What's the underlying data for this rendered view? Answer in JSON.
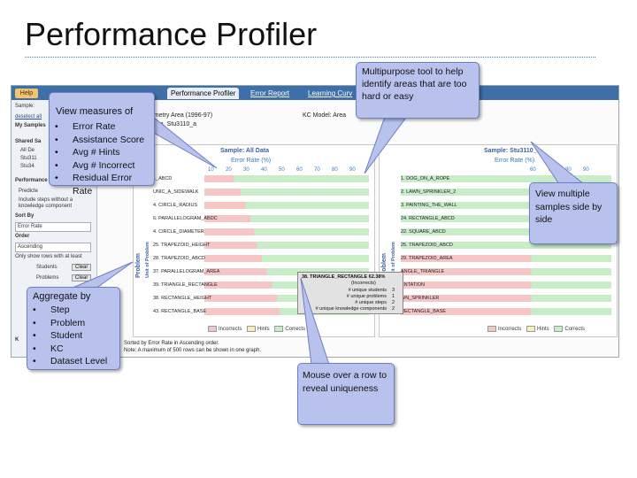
{
  "slide": {
    "title": "Performance Profiler"
  },
  "app": {
    "help_label": "Help",
    "tabs": [
      "Performance Profiler",
      "Error Report",
      "Learning Curv"
    ],
    "left": {
      "sample_label": "Sample:",
      "sample_value": "deselect all",
      "my_samples": "My Samples",
      "shared_samples": "Shared Sa",
      "sample_items": [
        "All De",
        "Stu311",
        "Stu34"
      ],
      "performance": "Performance",
      "predicted": "Predicte",
      "include_steps": "Include steps without a knowledge component",
      "sort_by": "Sort By",
      "sort_value": "Error Rate",
      "order": "Order",
      "order_value": "Ascending",
      "only_show": "Only show rows with at least",
      "students": "Students",
      "problems": "Problems",
      "clear": "Clear",
      "kc": "K"
    },
    "main": {
      "dataset_line1": "ometry Area (1996-97)",
      "dataset_line2": "Data, Stu3110_a",
      "kc_model": "KC Model: Area",
      "sort_note_1": "Sorted by Error Rate in Ascending order.",
      "sort_note_2": "Note: A maximum of 500 rows can be shown in one graph."
    },
    "left_panel": {
      "sample_title": "Sample: All Data",
      "axis_title": "Error Rate (%)",
      "ticks": [
        "10",
        "20",
        "30",
        "40",
        "50",
        "60",
        "70",
        "80",
        "90"
      ],
      "y_title": "Problem",
      "y_title2": "Unit of Problem",
      "rows": [
        {
          "label": "L_ABCD",
          "value": 18
        },
        {
          "label": "UNIC_A_SIDEWALK",
          "value": 22
        },
        {
          "label": "4. CIRCLE_RADIUS",
          "value": 25
        },
        {
          "label": "6. PARALLELOGRAM_ABDC",
          "value": 28
        },
        {
          "label": "4. CIRCLE_DIAMETER",
          "value": 30
        },
        {
          "label": "25. TRAPEZOID_HEIGHT",
          "value": 32
        },
        {
          "label": "28. TRAPEZOID_ABCD",
          "value": 35
        },
        {
          "label": "37. PARALLELOGRAM_AREA",
          "value": 38
        },
        {
          "label": "39. TRIANGLE_RECTANGLE",
          "value": 41
        },
        {
          "label": "38. RECTANGLE_HEIGHT",
          "value": 44
        },
        {
          "label": "43. RECTANGLE_BASE",
          "value": 46
        }
      ],
      "legend": [
        "Incorrects",
        "Hints",
        "Corrects"
      ]
    },
    "right_panel": {
      "sample_title": "Sample: Stu3110_a",
      "axis_title": "Error Rate (%)",
      "ticks": [
        "60",
        "70",
        "80",
        "90"
      ],
      "y_title": "Problem",
      "y_title2": "Unit of Problem",
      "rows": [
        {
          "label": "1. DOG_ON_A_ROPE",
          "value": 0
        },
        {
          "label": "2. LAWN_SPRINKLER_2",
          "value": 0
        },
        {
          "label": "3. PAINTING_THE_WALL",
          "value": 0
        },
        {
          "label": "24. RECTANGLE_ABCD",
          "value": 0
        },
        {
          "label": "22. SQUARE_ABCD",
          "value": 0
        },
        {
          "label": "25. TRAPEZOID_ABCD",
          "value": 0
        },
        {
          "label": "29. TRAPEZOID_AREA",
          "value": 62
        },
        {
          "label": "ANGLE_TRIANGLE",
          "value": 62
        },
        {
          "label": "ENTATION",
          "value": 62
        },
        {
          "label": "WN_SPRINKLER",
          "value": 62
        },
        {
          "label": "RECTANGLE_BASE",
          "value": 62
        }
      ],
      "legend": [
        "Incorrects",
        "Hints",
        "Corrects"
      ]
    },
    "tooltip": {
      "header": "38. TRIANGLE_RECTANGLE 62.38%",
      "header_sub": "(Incorrects)",
      "rows": [
        {
          "label": "# unique students",
          "value": "3"
        },
        {
          "label": "# unique problems",
          "value": "1"
        },
        {
          "label": "# unique steps",
          "value": "2"
        },
        {
          "label": "# unique knowledge components",
          "value": "2"
        }
      ]
    }
  },
  "callouts": {
    "view_measures": {
      "title": "View measures of",
      "items": [
        "Error Rate",
        "Assistance Score",
        "Avg # Hints",
        "Avg # Incorrect",
        "Residual Error Rate"
      ]
    },
    "multipurpose": "Multipurpose tool to help identify areas that are too hard or easy",
    "multiple_samples": "View multiple samples side by side",
    "aggregate": {
      "title": "Aggregate by",
      "items": [
        "Step",
        "Problem",
        "Student",
        "KC",
        "Dataset Level"
      ]
    },
    "mouse_over": "Mouse over a row to reveal uniqueness"
  },
  "colors": {
    "accent": "#3f6fa8",
    "callout_fill": "#b8c2ec",
    "callout_border": "#6b7fc4",
    "bar_green": "#c9ecc9",
    "bar_pink": "#f5c6c6"
  }
}
